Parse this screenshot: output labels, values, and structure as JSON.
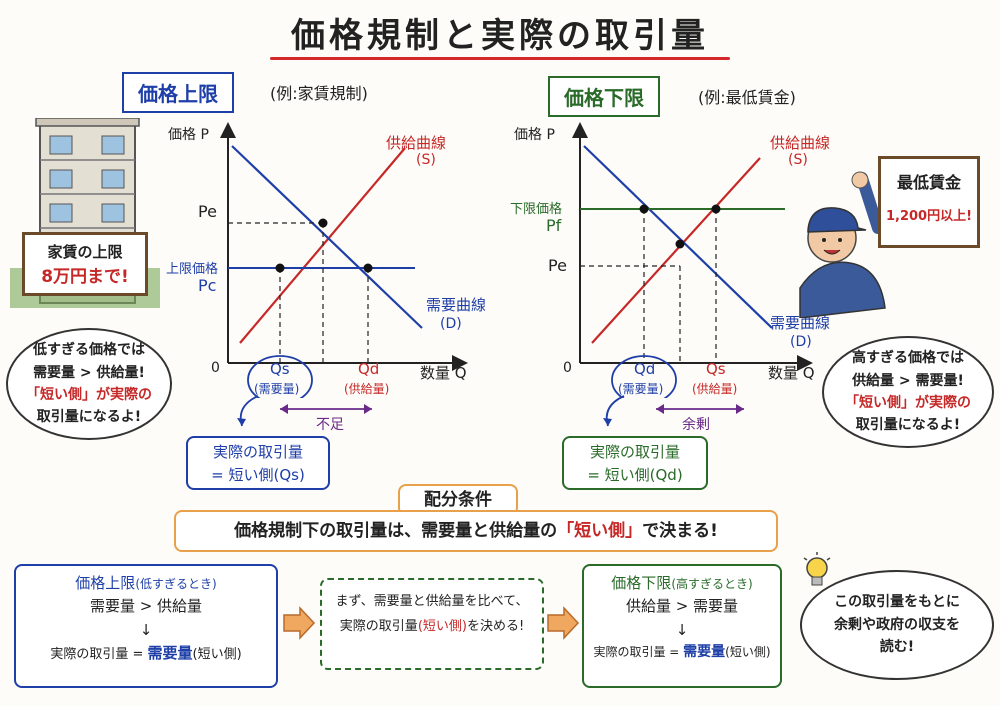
{
  "title": "価格規制と実際の取引量",
  "left": {
    "heading": "価格上限",
    "example": "(例:家賃規制)",
    "sign_line1": "家賃の上限",
    "sign_line2": "8万円まで!",
    "axis_y": "価格 P",
    "axis_x": "数量 Q",
    "origin": "0",
    "supply_label": "供給曲線",
    "supply_symbol": "(S)",
    "demand_label": "需要曲線",
    "demand_symbol": "(D)",
    "pe": "Pe",
    "ceiling_label": "上限価格",
    "pc": "Pc",
    "qs": "Qs",
    "qs_note": "(需要量)",
    "qd": "Qd",
    "qd_note": "(供給量)",
    "gap": "不足",
    "bubble_line1": "低すぎる価格では",
    "bubble_line2": "需要量 > 供給量!",
    "bubble_line3": "「短い側」が実際の",
    "bubble_line4": "取引量になるよ!",
    "result_line1": "実際の取引量",
    "result_line2": "= 短い側(Qs)"
  },
  "right": {
    "heading": "価格下限",
    "example": "(例:最低賃金)",
    "sign_line1": "最低賃金",
    "sign_line2": "1,200円以上!",
    "axis_y": "価格 P",
    "axis_x": "数量 Q",
    "origin": "0",
    "supply_label": "供給曲線",
    "supply_symbol": "(S)",
    "demand_label": "需要曲線",
    "demand_symbol": "(D)",
    "floor_label": "下限価格",
    "pf": "Pf",
    "pe": "Pe",
    "qd": "Qd",
    "qd_note": "(需要量)",
    "qs": "Qs",
    "qs_note": "(供給量)",
    "gap": "余剰",
    "bubble_line1": "高すぎる価格では",
    "bubble_line2": "供給量 > 需要量!",
    "bubble_line3": "「短い側」が実際の",
    "bubble_line4": "取引量になるよ!",
    "result_line1": "実際の取引量",
    "result_line2": "= 短い側(Qd)"
  },
  "rule": {
    "heading": "配分条件",
    "text_before": "価格規制下の取引量は、需要量と供給量の",
    "text_highlight": "「短い側」",
    "text_after": "で決まる!"
  },
  "bottom": {
    "ceiling_title": "価格上限",
    "ceiling_title_note": "(低すぎるとき)",
    "ceiling_line1": "需要量 > 供給量",
    "arrow": "↓",
    "ceiling_line3_pre": "実際の取引量 =",
    "ceiling_line3_val": "需要量",
    "ceiling_line3_note": "(短い側)",
    "middle_line1": "まず、需要量と供給量を比べて、",
    "middle_line2_pre": "実際の取引量",
    "middle_line2_val": "(短い側)",
    "middle_line2_post": "を決める!",
    "floor_title": "価格下限",
    "floor_title_note": "(高すぎるとき)",
    "floor_line1": "供給量 > 需要量",
    "floor_line3_pre": "実際の取引量 =",
    "floor_line3_val": "需要量",
    "floor_line3_note": "(短い側)",
    "tip_line1": "この取引量をもとに",
    "tip_line2": "余剰や政府の収支を",
    "tip_line3": "読む!"
  },
  "colors": {
    "supply": "#c62828",
    "demand": "#1f3fa8",
    "floor": "#2a6b2a",
    "highlight": "#d62828",
    "rule_border": "#e8a04a"
  }
}
